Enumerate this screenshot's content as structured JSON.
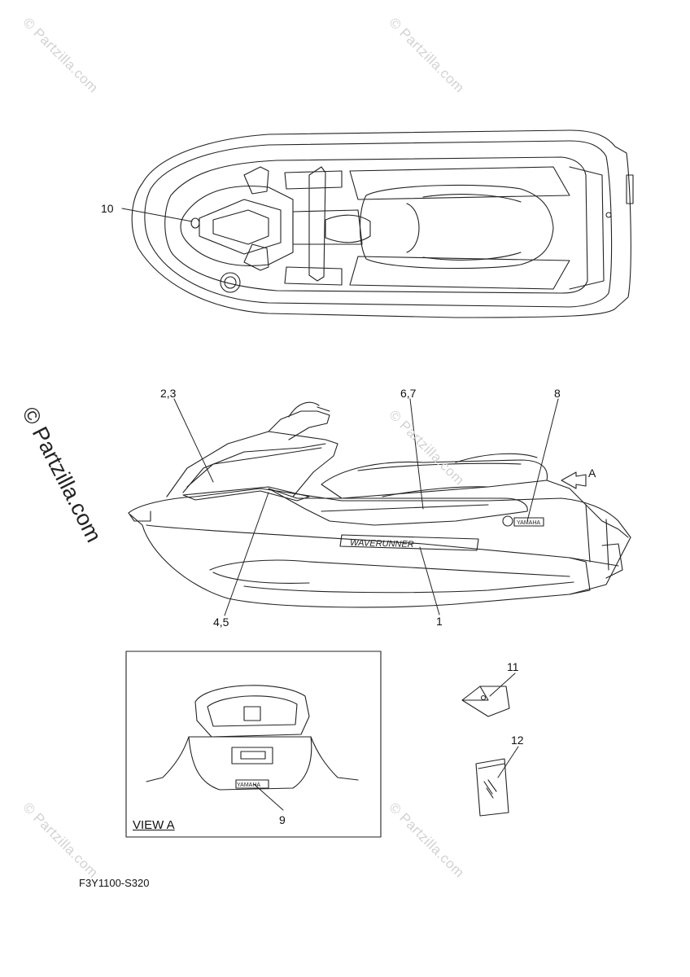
{
  "watermark": {
    "text": "© Partzilla.com"
  },
  "diagram_code": "F3Y1100-S320",
  "view_label": "VIEW A",
  "arrow_label": "A",
  "callouts": [
    {
      "id": "c10",
      "label": "10"
    },
    {
      "id": "c23",
      "label": "2,3"
    },
    {
      "id": "c67",
      "label": "6,7"
    },
    {
      "id": "c8",
      "label": "8"
    },
    {
      "id": "c45",
      "label": "4,5"
    },
    {
      "id": "c1",
      "label": "1"
    },
    {
      "id": "c11",
      "label": "11"
    },
    {
      "id": "c12",
      "label": "12"
    },
    {
      "id": "c9",
      "label": "9"
    }
  ],
  "decals": {
    "side_logo": "WAVERUNNER",
    "brand": "YAMAHA"
  }
}
